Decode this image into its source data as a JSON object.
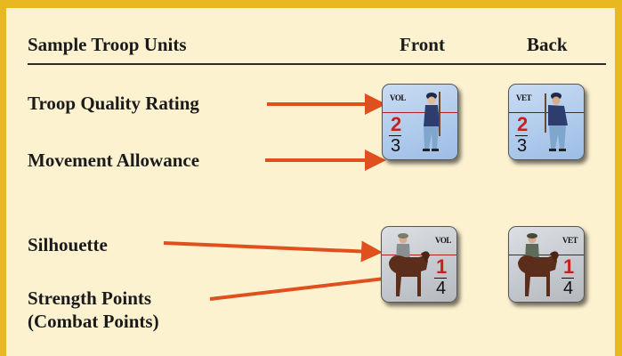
{
  "header": {
    "title": "Sample Troop Units",
    "front": "Front",
    "back": "Back"
  },
  "labels": {
    "quality": "Troop Quality Rating",
    "movement": "Movement Allowance",
    "silhouette": "Silhouette",
    "strength_1": "Strength Points",
    "strength_2": "(Combat Points)"
  },
  "counters": {
    "infantry_front": {
      "tag": "VOL",
      "top": "2",
      "bottom": "3"
    },
    "infantry_back": {
      "tag": "VET",
      "top": "2",
      "bottom": "3"
    },
    "cavalry_front": {
      "tag": "VOL",
      "top": "1",
      "bottom": "4"
    },
    "cavalry_back": {
      "tag": "VET",
      "top": "1",
      "bottom": "4"
    }
  },
  "colors": {
    "frame": "#e8b820",
    "panel": "#fdf2d0",
    "arrow": "#e0501e",
    "counter_blue": "#a9c6ea",
    "counter_gray": "#c6cacf",
    "number_red": "#c8201a"
  }
}
